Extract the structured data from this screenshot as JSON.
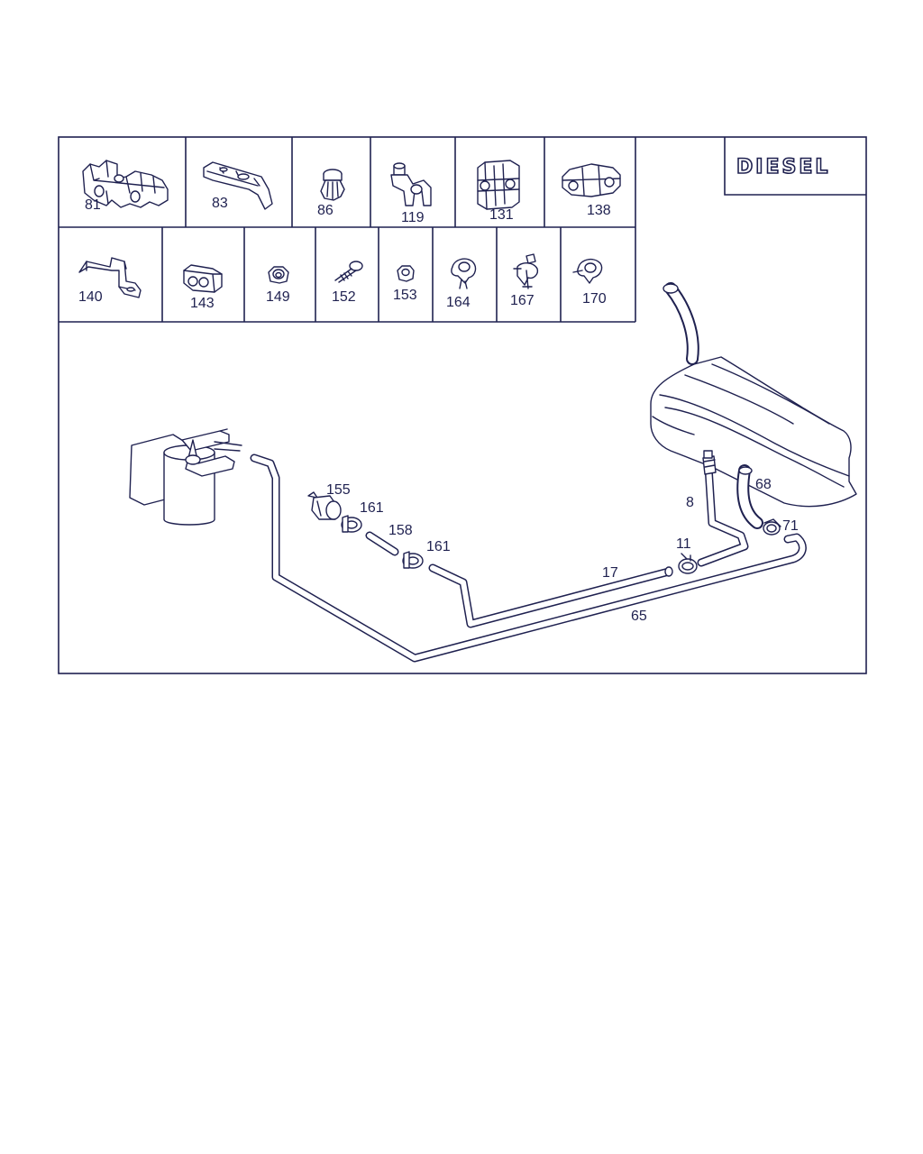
{
  "badge": "DIESEL",
  "parts_row1": [
    "81",
    "83",
    "86",
    "119",
    "131",
    "138"
  ],
  "parts_row2": [
    "140",
    "143",
    "149",
    "152",
    "153",
    "164",
    "167",
    "170"
  ],
  "assembly_labels": [
    "155",
    "161",
    "158",
    "161",
    "17",
    "65",
    "8",
    "11",
    "68",
    "71"
  ],
  "colors": {
    "line": "#1f2150",
    "background": "#ffffff"
  }
}
